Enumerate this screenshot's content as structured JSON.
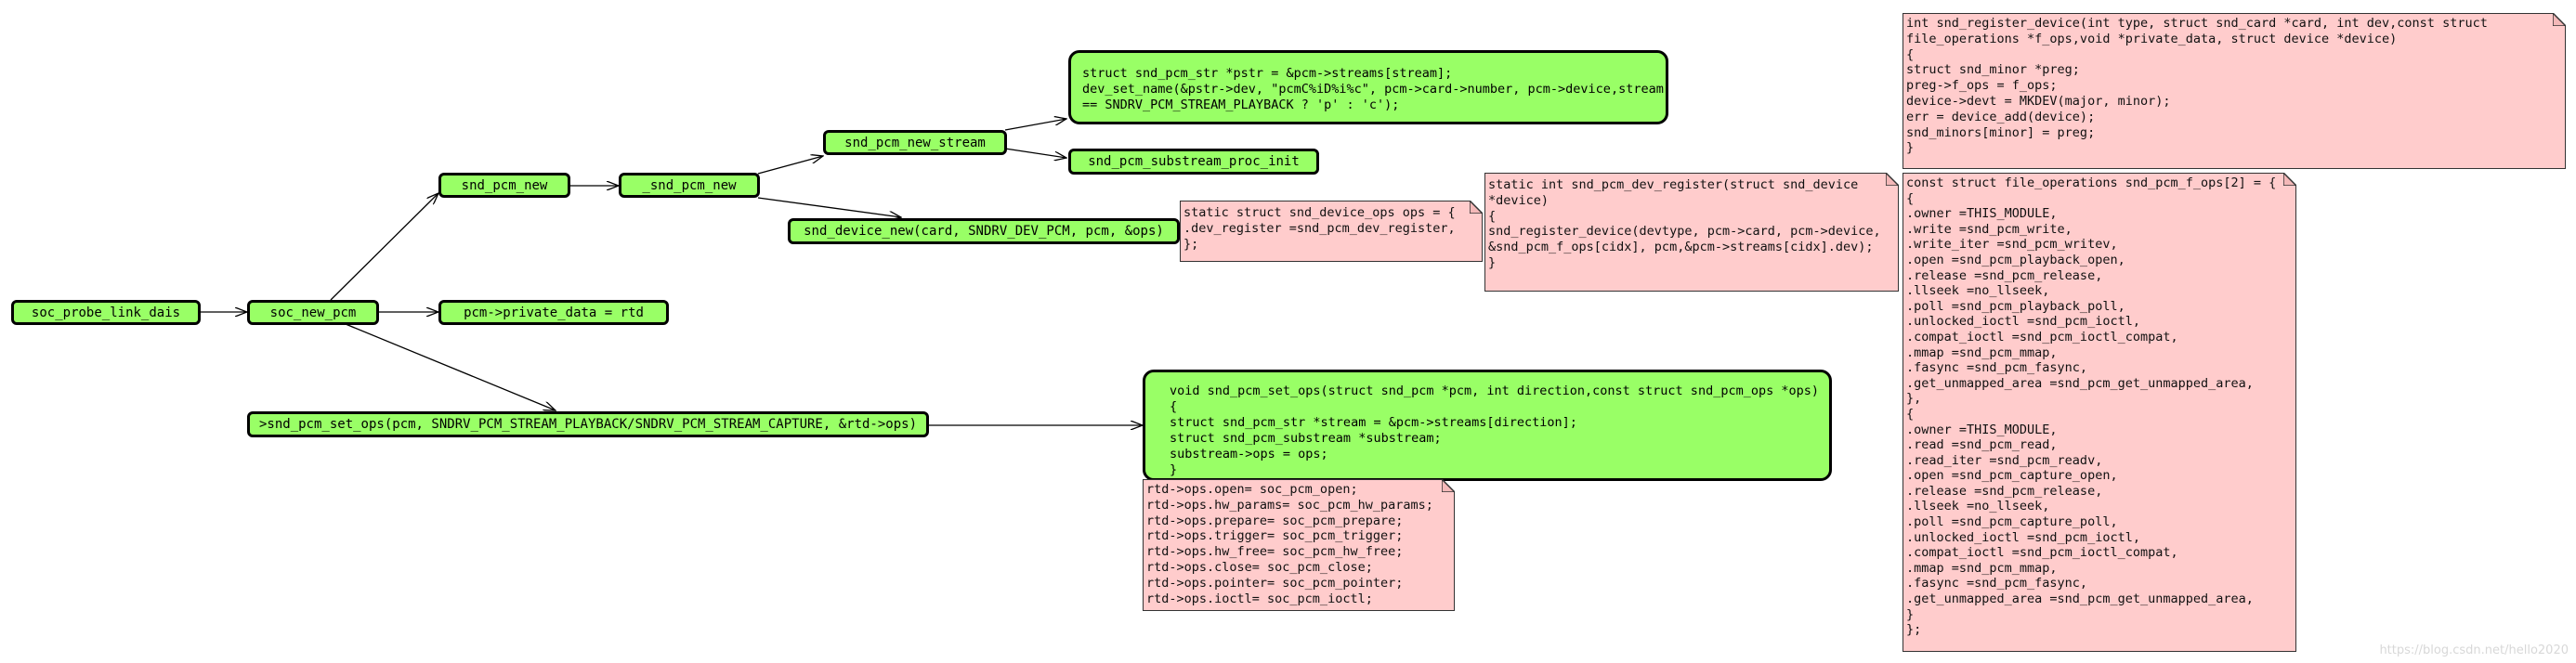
{
  "nodes": {
    "soc_probe_link_dais": "soc_probe_link_dais",
    "soc_new_pcm": "soc_new_pcm",
    "snd_pcm_new": "snd_pcm_new",
    "_snd_pcm_new": "_snd_pcm_new",
    "snd_pcm_new_stream": "snd_pcm_new_stream",
    "snd_pcm_substream_proc_init": "snd_pcm_substream_proc_init",
    "snd_device_new": "snd_device_new(card, SNDRV_DEV_PCM, pcm, &ops)",
    "private_data": "pcm->private_data = rtd",
    "snd_pcm_set_ops_call": ">snd_pcm_set_ops(pcm, SNDRV_PCM_STREAM_PLAYBACK/SNDRV_PCM_STREAM_CAPTURE, &rtd->ops)"
  },
  "code_blocks": {
    "pcm_str": "struct snd_pcm_str *pstr = &pcm->streams[stream];\ndev_set_name(&pstr->dev, \"pcmC%iD%i%c\", pcm->card->number, pcm->device,stream\n== SNDRV_PCM_STREAM_PLAYBACK ? 'p' : 'c');",
    "set_ops": "void snd_pcm_set_ops(struct snd_pcm *pcm, int direction,const struct snd_pcm_ops *ops)\n{\nstruct snd_pcm_str *stream = &pcm->streams[direction];\nstruct snd_pcm_substream *substream;\nsubstream->ops = ops;\n}"
  },
  "notes": {
    "device_ops": "static struct snd_device_ops ops = {\n.dev_register =snd_pcm_dev_register,\n};",
    "dev_register": "static int snd_pcm_dev_register(struct snd_device\n*device)\n{\nsnd_register_device(devtype, pcm->card, pcm->device,\n&snd_pcm_f_ops[cidx], pcm,&pcm->streams[cidx].dev);\n}",
    "register_device": "int snd_register_device(int type, struct snd_card *card, int dev,const struct\nfile_operations *f_ops,void *private_data, struct device *device)\n{\nstruct snd_minor *preg;\npreg->f_ops = f_ops;\ndevice->devt = MKDEV(major, minor);\nerr = device_add(device);\nsnd_minors[minor] = preg;\n}",
    "f_ops": "const struct file_operations snd_pcm_f_ops[2] = {\n{\n.owner =THIS_MODULE,\n.write =snd_pcm_write,\n.write_iter =snd_pcm_writev,\n.open =snd_pcm_playback_open,\n.release =snd_pcm_release,\n.llseek =no_llseek,\n.poll =snd_pcm_playback_poll,\n.unlocked_ioctl =snd_pcm_ioctl,\n.compat_ioctl =snd_pcm_ioctl_compat,\n.mmap =snd_pcm_mmap,\n.fasync =snd_pcm_fasync,\n.get_unmapped_area =snd_pcm_get_unmapped_area,\n},\n{\n.owner =THIS_MODULE,\n.read =snd_pcm_read,\n.read_iter =snd_pcm_readv,\n.open =snd_pcm_capture_open,\n.release =snd_pcm_release,\n.llseek =no_llseek,\n.poll =snd_pcm_capture_poll,\n.unlocked_ioctl =snd_pcm_ioctl,\n.compat_ioctl =snd_pcm_ioctl_compat,\n.mmap =snd_pcm_mmap,\n.fasync =snd_pcm_fasync,\n.get_unmapped_area =snd_pcm_get_unmapped_area,\n}\n};",
    "rtd_ops": "rtd->ops.open= soc_pcm_open;\nrtd->ops.hw_params= soc_pcm_hw_params;\nrtd->ops.prepare= soc_pcm_prepare;\nrtd->ops.trigger= soc_pcm_trigger;\nrtd->ops.hw_free= soc_pcm_hw_free;\nrtd->ops.close= soc_pcm_close;\nrtd->ops.pointer= soc_pcm_pointer;\nrtd->ops.ioctl= soc_pcm_ioctl;"
  },
  "watermark": "https://blog.csdn.net/hello2020"
}
